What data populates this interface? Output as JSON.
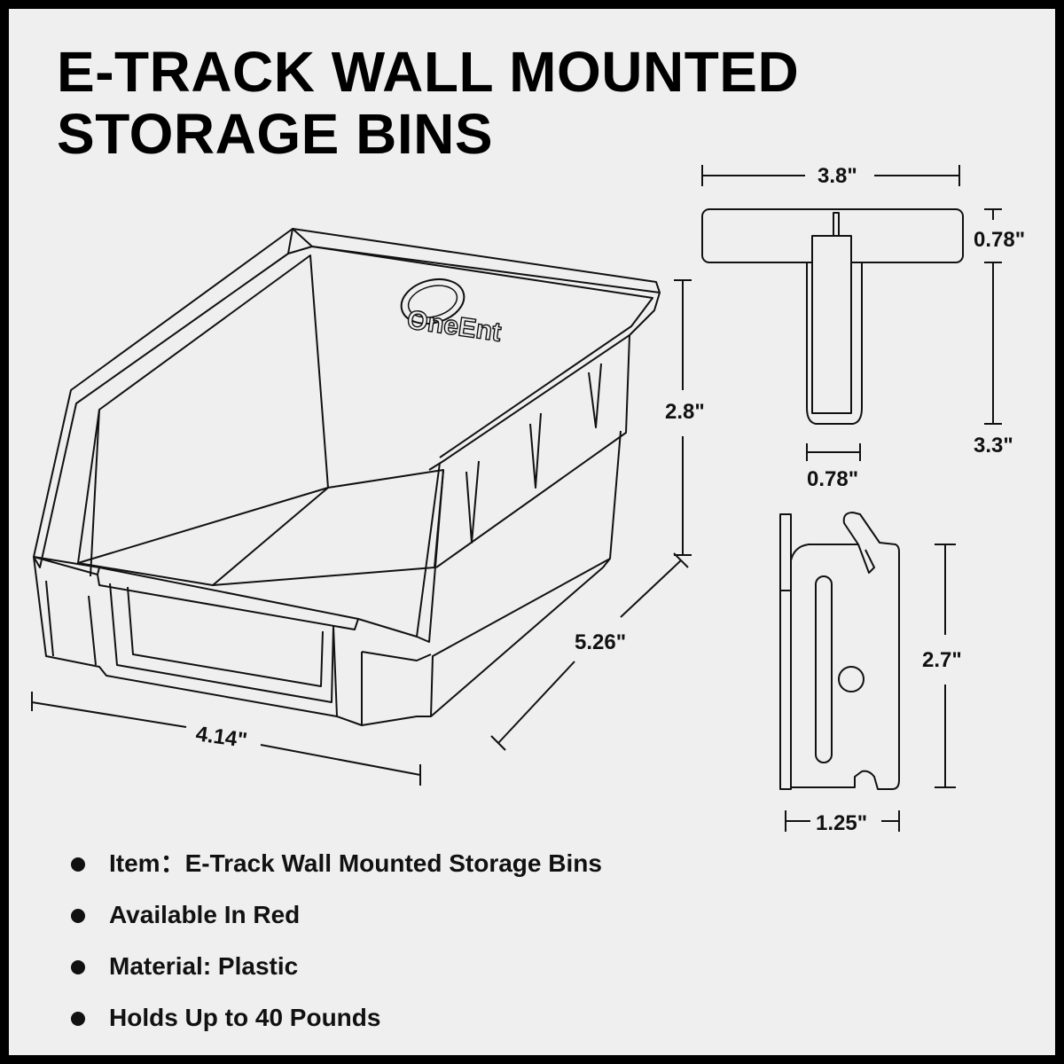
{
  "title": {
    "line1": "E-TRACK WALL MOUNTED",
    "line2": "STORAGE BINS"
  },
  "brand_logo_text": "OneEnt",
  "dimensions": {
    "bin_height": "2.8\"",
    "bin_depth": "5.26\"",
    "bin_width": "4.14\"",
    "clip_width": "3.8\"",
    "clip_top_thickness": "0.78\"",
    "clip_height": "3.3\"",
    "clip_stem_width": "0.78\"",
    "fitting_height": "2.7\"",
    "fitting_width": "1.25\""
  },
  "specs": [
    "Item：E-Track Wall Mounted Storage Bins",
    "Available In Red",
    "Material: Plastic",
    "Holds Up to 40 Pounds"
  ]
}
